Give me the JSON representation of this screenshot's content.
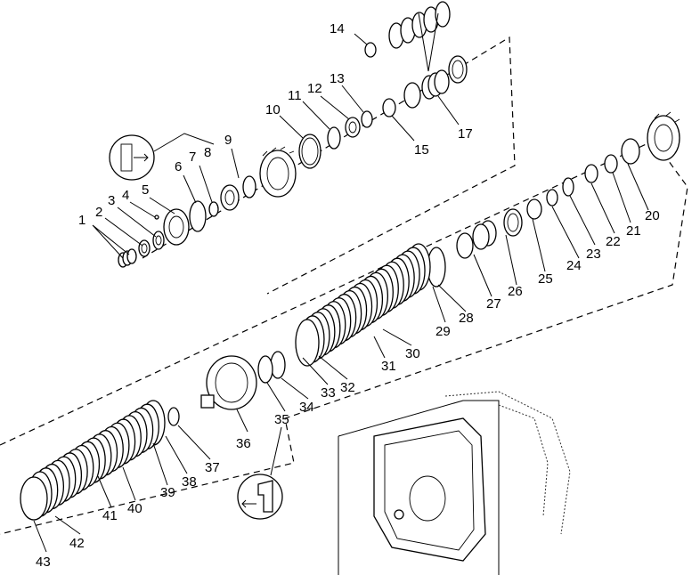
{
  "callouts": [
    {
      "id": "1",
      "text": "1"
    },
    {
      "id": "2",
      "text": "2"
    },
    {
      "id": "3",
      "text": "3"
    },
    {
      "id": "4",
      "text": "4"
    },
    {
      "id": "5",
      "text": "5"
    },
    {
      "id": "6",
      "text": "6"
    },
    {
      "id": "7",
      "text": "7"
    },
    {
      "id": "8",
      "text": "8"
    },
    {
      "id": "9",
      "text": "9"
    },
    {
      "id": "10",
      "text": "10"
    },
    {
      "id": "11",
      "text": "11"
    },
    {
      "id": "12",
      "text": "12"
    },
    {
      "id": "13",
      "text": "13"
    },
    {
      "id": "14",
      "text": "14"
    },
    {
      "id": "15",
      "text": "15"
    },
    {
      "id": "17",
      "text": "17"
    },
    {
      "id": "20",
      "text": "20"
    },
    {
      "id": "21",
      "text": "21"
    },
    {
      "id": "22",
      "text": "22"
    },
    {
      "id": "23",
      "text": "23"
    },
    {
      "id": "24",
      "text": "24"
    },
    {
      "id": "25",
      "text": "25"
    },
    {
      "id": "26",
      "text": "26"
    },
    {
      "id": "27",
      "text": "27"
    },
    {
      "id": "28",
      "text": "28"
    },
    {
      "id": "29",
      "text": "29"
    },
    {
      "id": "30",
      "text": "30"
    },
    {
      "id": "31",
      "text": "31"
    },
    {
      "id": "32",
      "text": "32"
    },
    {
      "id": "33",
      "text": "33"
    },
    {
      "id": "34",
      "text": "34"
    },
    {
      "id": "35",
      "text": "35"
    },
    {
      "id": "36",
      "text": "36"
    },
    {
      "id": "37",
      "text": "37"
    },
    {
      "id": "38",
      "text": "38"
    },
    {
      "id": "39",
      "text": "39"
    },
    {
      "id": "40",
      "text": "40"
    },
    {
      "id": "41",
      "text": "41"
    },
    {
      "id": "42",
      "text": "42"
    },
    {
      "id": "43",
      "text": "43"
    }
  ],
  "icons": {
    "bearing_detail": "bearing-detail-icon",
    "seal_detail": "seal-detail-icon",
    "housing": "transmission-housing-icon"
  },
  "colors": {
    "line": "#000000",
    "background": "#ffffff"
  }
}
